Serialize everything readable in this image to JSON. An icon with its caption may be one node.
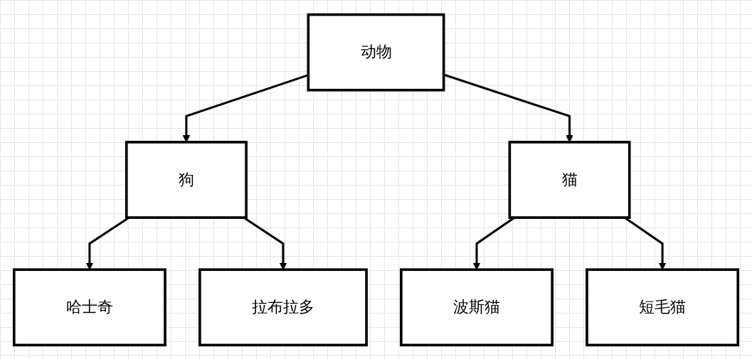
{
  "diagram": {
    "nodes": [
      {
        "text": [
          "动物"
        ]
      },
      {
        "text": [
          "狗"
        ]
      },
      {
        "text": [
          "猫"
        ]
      },
      {
        "text": [
          "哈士奇"
        ]
      },
      {
        "text": [
          "拉布拉多"
        ]
      },
      {
        "text": [
          "波斯猫"
        ]
      },
      {
        "text": [
          "短毛猫"
        ]
      }
    ],
    "edges": [
      {
        "from": 0,
        "to": 1,
        "arrow": "to"
      },
      {
        "from": 0,
        "to": 2,
        "arrow": "to"
      },
      {
        "from": 1,
        "to": 3,
        "arrow": "to"
      },
      {
        "from": 1,
        "to": 4,
        "arrow": "to"
      },
      {
        "from": 2,
        "to": 5,
        "arrow": "to"
      },
      {
        "from": 2,
        "to": 6,
        "arrow": "to"
      }
    ]
  }
}
